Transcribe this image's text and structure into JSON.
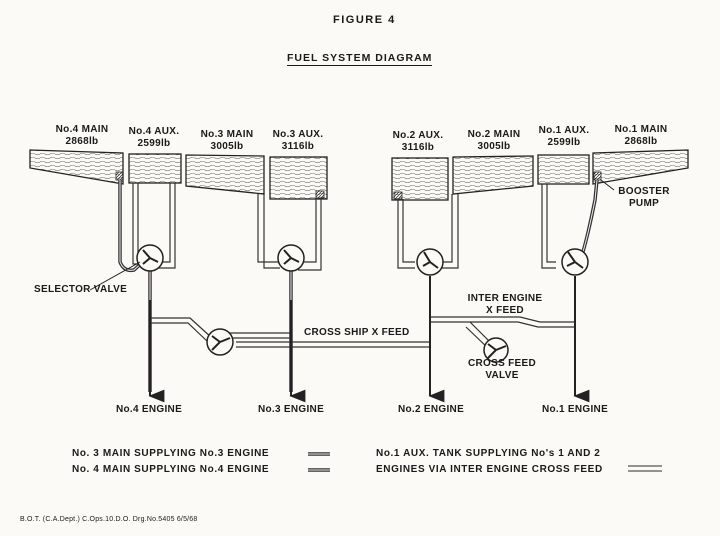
{
  "figure_label": "FIGURE 4",
  "diagram_title": "FUEL SYSTEM DIAGRAM",
  "tanks": {
    "no4_main": {
      "name": "No.4 MAIN",
      "qty": "2868lb"
    },
    "no4_aux": {
      "name": "No.4 AUX.",
      "qty": "2599lb"
    },
    "no3_main": {
      "name": "No.3 MAIN",
      "qty": "3005lb"
    },
    "no3_aux": {
      "name": "No.3 AUX.",
      "qty": "3116lb"
    },
    "no2_aux": {
      "name": "No.2 AUX.",
      "qty": "3116lb"
    },
    "no2_main": {
      "name": "No.2 MAIN",
      "qty": "3005lb"
    },
    "no1_aux": {
      "name": "No.1 AUX.",
      "qty": "2599lb"
    },
    "no1_main": {
      "name": "No.1 MAIN",
      "qty": "2868lb"
    }
  },
  "labels": {
    "booster_pump_1": "BOOSTER",
    "booster_pump_2": "PUMP",
    "selector_valve": "SELECTOR VALVE",
    "inter_engine_1": "INTER ENGINE",
    "inter_engine_2": "X FEED",
    "cross_ship": "CROSS SHIP X FEED",
    "cross_feed_valve_1": "CROSS FEED",
    "cross_feed_valve_2": "VALVE"
  },
  "engines": {
    "no4": "No.4 ENGINE",
    "no3": "No.3 ENGINE",
    "no2": "No.2 ENGINE",
    "no1": "No.1 ENGINE"
  },
  "legend": {
    "line1": "No. 3 MAIN SUPPLYING No.3 ENGINE",
    "line2": "No. 4 MAIN SUPPLYING No.4 ENGINE",
    "line3": "No.1 AUX. TANK SUPPLYING No's 1 AND 2",
    "line4": "ENGINES VIA INTER ENGINE CROSS FEED"
  },
  "footer": "B.O.T. (C.A.Dept.) C.Ops.10.D.O. Drg.No.5405  6/5/68"
}
